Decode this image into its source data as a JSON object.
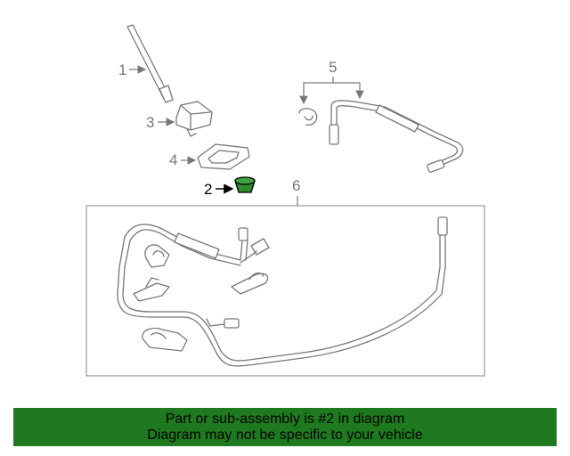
{
  "callouts": {
    "c1": "1",
    "c2": "2",
    "c3": "3",
    "c4": "4",
    "c5": "5",
    "c6": "6"
  },
  "highlight_part": "2",
  "colors": {
    "banner": "#1f7a1f",
    "highlight_part": "#2e8b2e",
    "line_art": "#777777"
  },
  "banner": {
    "line1": "Part or sub-assembly is #2 in diagram",
    "line2": "Diagram may not be specific to your vehicle"
  }
}
